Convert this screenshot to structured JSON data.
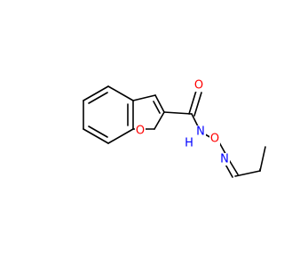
{
  "molecule": {
    "atoms": {
      "amide_oxygen": {
        "symbol": "O",
        "color": "#ff0000"
      },
      "benzofuran_oxygen": {
        "symbol": "O",
        "color": "#ff0000"
      },
      "furan_oxygen": {
        "symbol": "O",
        "color": "#ff0000"
      },
      "amide_nitrogen": {
        "symbol": "N",
        "color": "#0000ff"
      },
      "amide_hydrogen": {
        "symbol": "H",
        "color": "#0000ff"
      },
      "imine_nitrogen": {
        "symbol": "N",
        "color": "#0000ff"
      }
    },
    "bond_color": "#000000",
    "background": "#ffffff"
  }
}
